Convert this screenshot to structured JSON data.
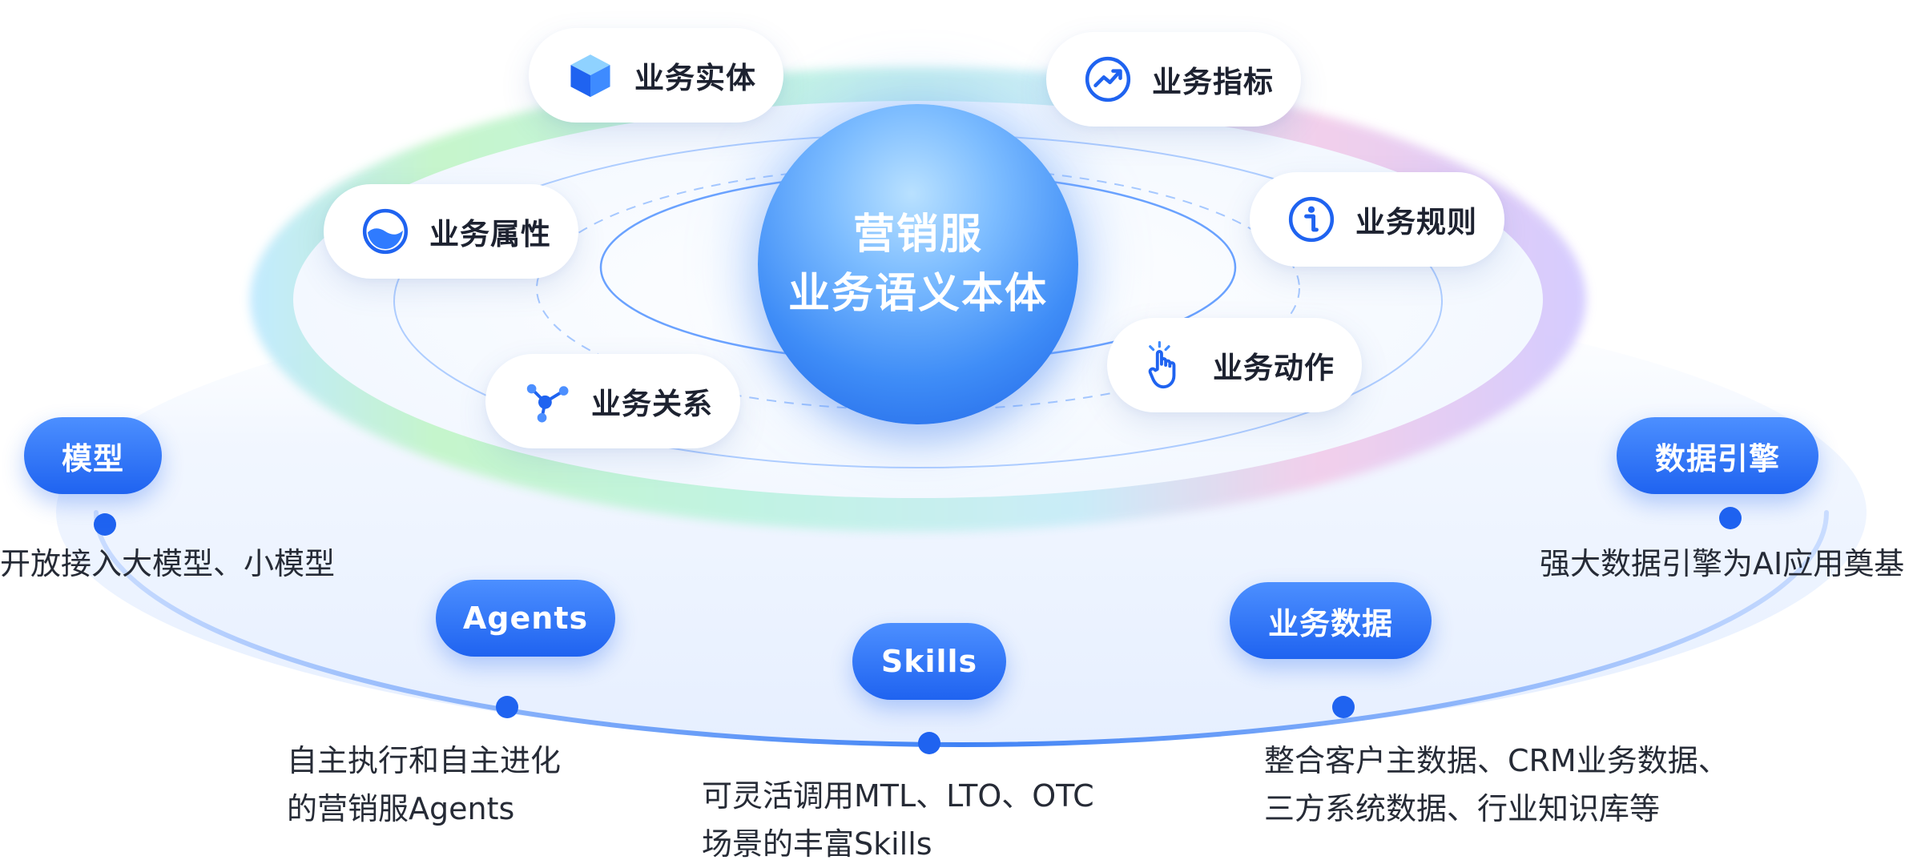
{
  "core": {
    "line1": "营销服",
    "line2": "业务语义本体"
  },
  "orbit_items": [
    {
      "label": "业务实体",
      "icon": "cube-icon"
    },
    {
      "label": "业务指标",
      "icon": "trend-chart-icon"
    },
    {
      "label": "业务属性",
      "icon": "water-drop-icon"
    },
    {
      "label": "业务规则",
      "icon": "info-icon"
    },
    {
      "label": "业务关系",
      "icon": "network-nodes-icon"
    },
    {
      "label": "业务动作",
      "icon": "tap-hand-icon"
    }
  ],
  "foundation_items": [
    {
      "label": "模型",
      "desc": [
        "开放接入大模型、小模型"
      ]
    },
    {
      "label": "Agents",
      "desc": [
        "自主执行和自主进化",
        "的营销服Agents"
      ]
    },
    {
      "label": "Skills",
      "desc": [
        "可灵活调用MTL、LTO、OTC",
        "场景的丰富Skills"
      ]
    },
    {
      "label": "业务数据",
      "desc": [
        "整合客户主数据、CRM业务数据、",
        "三方系统数据、行业知识库等"
      ]
    },
    {
      "label": "数据引擎",
      "desc": [
        "强大数据引擎为AI应用奠基"
      ]
    }
  ],
  "colors": {
    "primary": "#1f63f0",
    "primary_light": "#4c8fff",
    "text": "#1d2230",
    "ring_gradient": [
      "#bfe8ff",
      "#bdf6d6",
      "#b8f3ef",
      "#f0cdec",
      "#d6cbff"
    ]
  }
}
